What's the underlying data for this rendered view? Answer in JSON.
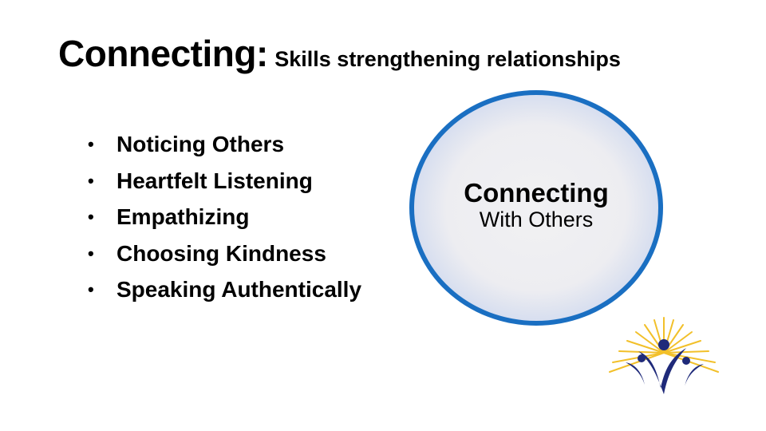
{
  "title": {
    "main": "Connecting:",
    "sub": "Skills strengthening relationships"
  },
  "bullets": [
    "Noticing Others",
    "Heartfelt Listening",
    "Empathizing",
    "Choosing Kindness",
    "Speaking Authentically"
  ],
  "circle": {
    "title": "Connecting",
    "subtitle": "With Others"
  },
  "colors": {
    "circle_border": "#1a6fc2",
    "logo_navy": "#1f2a7a",
    "logo_gold": "#f2c02a"
  },
  "icons": {
    "logo": "sunburst-people-logo-icon"
  }
}
